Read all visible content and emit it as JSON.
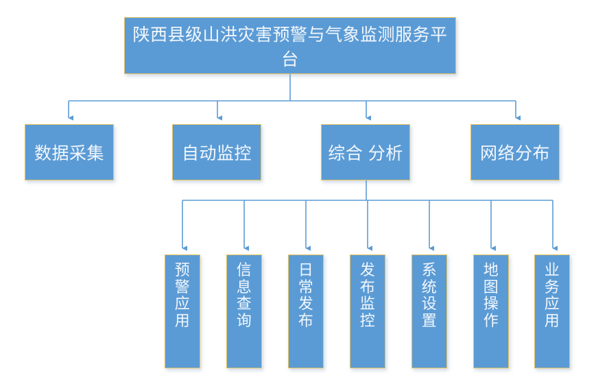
{
  "diagram": {
    "type": "org-chart",
    "orientation": "top-down",
    "colors": {
      "node_fill": "#5B9BD5",
      "node_border": "#E8C35A",
      "node_text": "#F2F7FC",
      "connector": "#5B9BD5",
      "background": "#FFFFFF"
    },
    "root": {
      "label": "陕西县级山洪灾害预警与气象监测服务平台"
    },
    "level2": [
      {
        "label": "数据采集"
      },
      {
        "label": "自动监控"
      },
      {
        "label": "综合 分析"
      },
      {
        "label": "网络分布"
      }
    ],
    "level3_parent": "综合 分析",
    "level3": [
      {
        "label": "预警应用"
      },
      {
        "label": "信息查询"
      },
      {
        "label": "日常发布"
      },
      {
        "label": "发布监控"
      },
      {
        "label": "系统设置"
      },
      {
        "label": "地图操作"
      },
      {
        "label": "业务应用"
      }
    ]
  }
}
